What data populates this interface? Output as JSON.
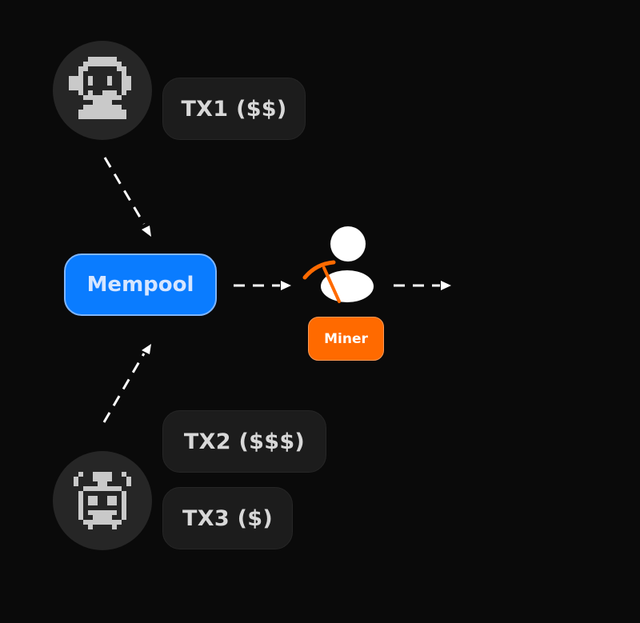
{
  "colors": {
    "background": "#0a0a0a",
    "pill": "#1c1c1c",
    "avatar": "#262626",
    "mempool": "#0a7cff",
    "miner": "#ff6a00",
    "arrow": "#ffffff"
  },
  "nodes": {
    "user_avatar": {
      "icon": "human-user-pixel-icon"
    },
    "bot_avatar": {
      "icon": "robot-pixel-icon"
    },
    "tx1": {
      "label": "TX1 ($$)"
    },
    "tx2": {
      "label": "TX2 ($$$)"
    },
    "tx3": {
      "label": "TX3 ($)"
    },
    "mempool": {
      "label": "Mempool"
    },
    "miner": {
      "label": "Miner",
      "icon": "miner-pickaxe-icon"
    }
  }
}
